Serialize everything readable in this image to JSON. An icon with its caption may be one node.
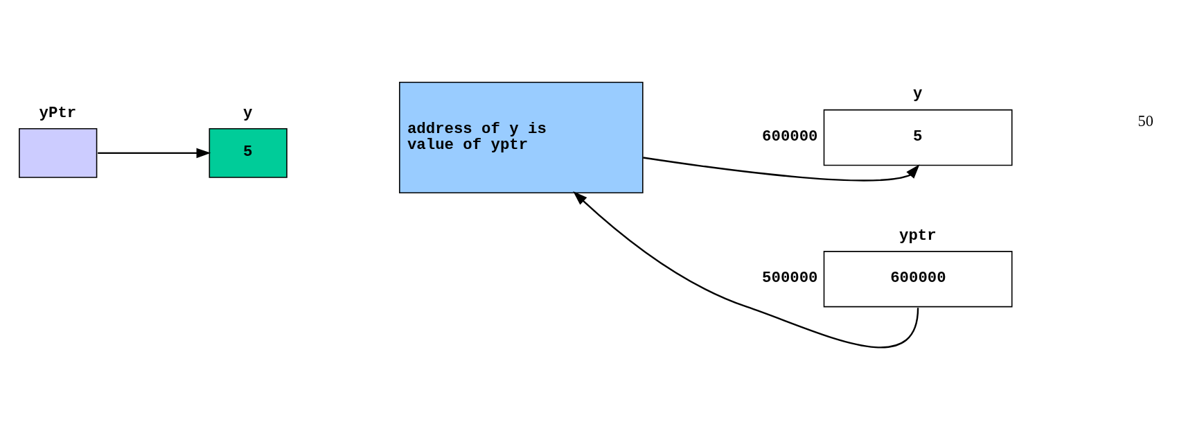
{
  "diagram": {
    "nodes": [
      {
        "text": [
          "yPtr"
        ]
      },
      {
        "text": [
          "y",
          "5"
        ]
      },
      {
        "text": [
          "address of y is value of yptr"
        ]
      },
      {
        "text": [
          "yptr",
          "600000"
        ],
        "beside": [
          "500000"
        ]
      },
      {
        "text": [
          "y",
          "5"
        ],
        "beside": [
          "600000"
        ]
      }
    ],
    "edges": [
      {
        "from": 0,
        "to": 1,
        "arrow": "to"
      },
      {
        "from": 3,
        "to": 2,
        "arrow": "to"
      },
      {
        "from": 2,
        "to": 4,
        "arrow": "to"
      }
    ],
    "labels": [
      "50"
    ]
  }
}
